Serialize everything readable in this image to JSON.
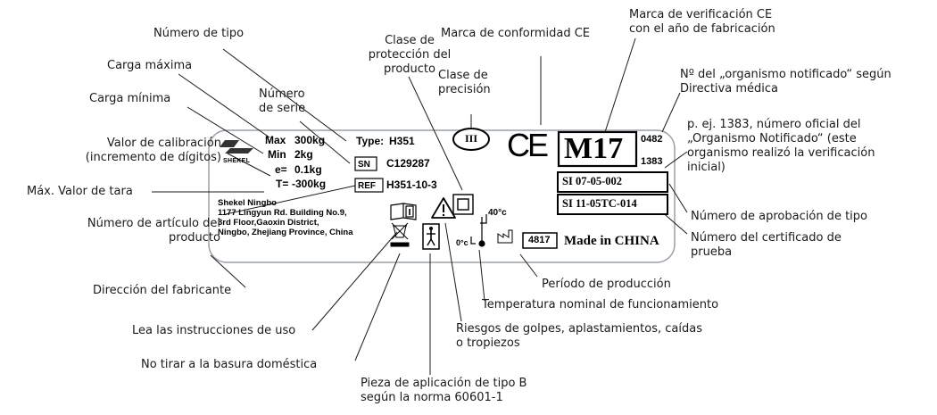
{
  "callouts": {
    "type_number": "Número de tipo",
    "max_load": "Carga máxima",
    "min_load": "Carga mínima",
    "serial_number": "Número\nde serie",
    "calibration_value": "Valor de calibración\n(incremento de dígitos)",
    "max_tare": "Máx. Valor de tara",
    "product_article_number": "Número de artículo del\nproducto",
    "manufacturer_address": "Dirección del fabricante",
    "protection_class": "Clase de\nprotección del\nproducto",
    "precision_class": "Clase de\nprecisión",
    "ce_conformity": "Marca de conformidad CE",
    "ce_verification": "Marca de verificación CE\ncon el año de fabricación",
    "notified_body": "Nº del „organismo notificado“ según\nDirectiva médica",
    "official_number": "p. ej. 1383, número oficial del\n„Organismo Notificado“ (este\norganismo realizó la verificación\ninicial)",
    "type_approval": "Número de aprobación de tipo",
    "test_certificate": "Número del certificado de\nprueba",
    "production_period": "Período de producción",
    "operating_temperature": "Temperatura nominal de funcionamiento",
    "read_instructions": "Lea las instrucciones de uso",
    "hazards": "Riesgos de golpes, aplastamientos, caídas\no tropiezos",
    "no_household_waste": "No tirar a la basura doméstica",
    "applied_part_b": "Pieza de aplicación de tipo B\nsegún la norma 60601-1"
  },
  "label": {
    "logo_text": "SHEKEL",
    "max_key": "Max",
    "max_value": "300kg",
    "min_key": "Min",
    "min_value": "2kg",
    "e_key": "e=",
    "e_value": "0.1kg",
    "t_key": "T=",
    "t_value": "-300kg",
    "type_key": "Type:",
    "type_value": "H351",
    "sn_key": "SN",
    "sn_value": "C129287",
    "ref_key": "REF",
    "ref_value": "H351-10-3",
    "address": "Shekel Ningbo\n1177 Lingyun Rd. Building No.9,\n3rd Floor,Gaoxin District,\nNingbo, Zhejiang Province, China",
    "precision_symbol": "III",
    "ce_mark": "CE",
    "metrology_mark": "M17",
    "notified_body_number": "0482",
    "official_body_number": "1383",
    "type_approval_number": "SI 07-05-002",
    "test_certificate_number": "SI 11-05TC-014",
    "temp_high": "40°c",
    "temp_low": "0°c",
    "production_code": "4817",
    "made_in": "Made in CHINA"
  }
}
